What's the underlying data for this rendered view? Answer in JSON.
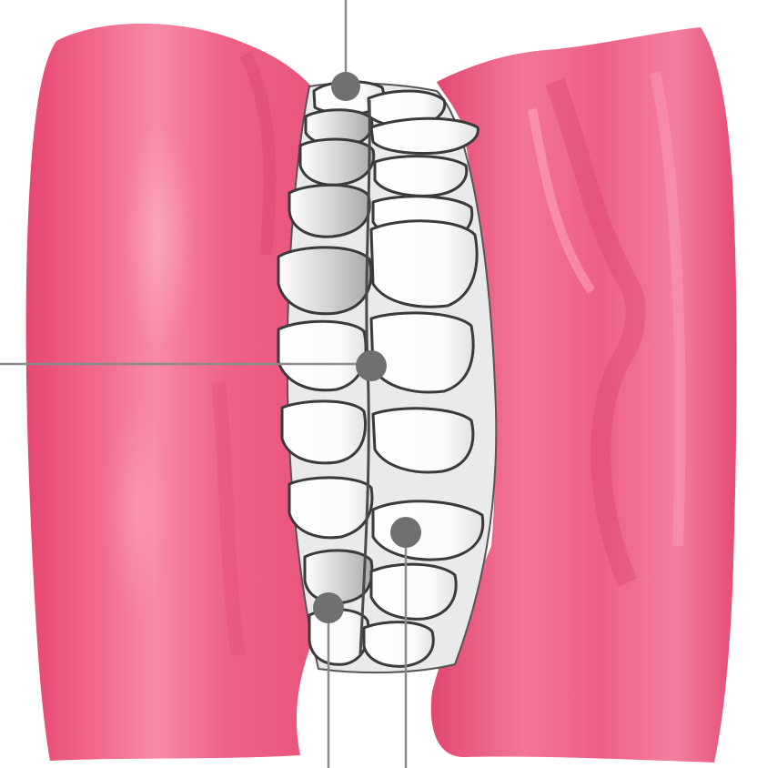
{
  "diagram": {
    "subject": "teeth-and-gums-occlusion-illustration",
    "colors": {
      "gum": "#ee5a7f",
      "gum_dark": "#d8436b",
      "gum_light": "#f7a3bb",
      "tooth": "#ffffff",
      "tooth_shade": "#d9d9d9",
      "tooth_outline": "#3a3a3a",
      "leader_line": "#8a8a8a",
      "marker": "#707070"
    },
    "callouts": [
      {
        "id": "top-center"
      },
      {
        "id": "middle-left"
      },
      {
        "id": "lower-right"
      },
      {
        "id": "bottom-left"
      }
    ]
  }
}
